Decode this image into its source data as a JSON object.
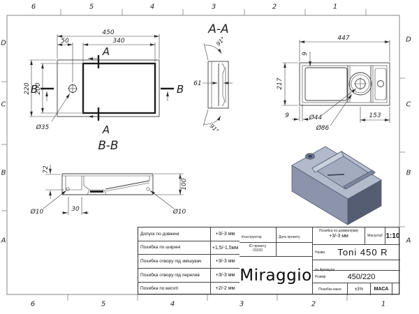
{
  "sheet": {
    "zones_top": [
      "6",
      "5",
      "4",
      "3",
      "2",
      "1"
    ],
    "zones_bottom": [
      "6",
      "5",
      "4",
      "3",
      "2",
      "1"
    ],
    "zones_left": [
      "D",
      "C",
      "B",
      "A"
    ],
    "zones_right": [
      "D",
      "C",
      "B",
      "A"
    ]
  },
  "top_view": {
    "dim_width": "450",
    "dim_basin_width": "340",
    "dim_left_offset": "50",
    "dim_depth": "220",
    "dim_basin_depth": "200",
    "faucet_hole_dia": "Ø35",
    "cut_a": "A",
    "cut_b": "B"
  },
  "section_aa": {
    "title": "A-A",
    "dim_wall": "61",
    "angle_top": "91°",
    "angle_bottom": "91°"
  },
  "bottom_view": {
    "dim_length": "447",
    "dim_depth": "217",
    "dim_wall_top": "9",
    "dim_wall_left": "9",
    "dim_drain_offset": "153",
    "drain_hole_dia": "Ø44",
    "drain_recess_dia": "Ø86"
  },
  "section_bb": {
    "title": "B-B",
    "dim_left_height": "72",
    "dim_height": "100",
    "dim_offset": "30",
    "hole_left_dia": "Ø10",
    "hole_right_dia": "Ø10"
  },
  "title_block": {
    "tolerances": [
      {
        "label": "Допуск по довжині",
        "value": "+3/-3 мм"
      },
      {
        "label": "Похибка по ширині",
        "value": "+1,5/-1,5мм"
      },
      {
        "label": "Похибка отвору під змішувач",
        "value": "+3/-3 мм"
      },
      {
        "label": "Похибка отвору під перелив",
        "value": "+3/-3 мм"
      },
      {
        "label": "Похибка по висоті",
        "value": "+2/-2 мм"
      }
    ],
    "constructor_label": "Конструктор",
    "project_date_label": "Дата проекту",
    "project_id_label": "ID проекту",
    "project_id": "01150",
    "logo": "Miraggio",
    "length_tolerance_label": "Похибка по довжині(мм)",
    "length_tolerance_value": "+3/-3 мм",
    "scale_label": "Масштаб",
    "scale_value": "1:10",
    "name_label": "Назва",
    "name_value": "Toni 450 R",
    "article_label": "№ Артикула",
    "size_label": "Розмір",
    "size_value": "450/220",
    "mass_tolerance_label": "Похибка маси",
    "mass_tolerance_value": "±3%",
    "mass_label": "МАСА"
  },
  "colors": {
    "line": "#3a3a3a",
    "frame": "#9a9a9a",
    "sink_top": "#b2bacc",
    "sink_front": "#8b94ab",
    "sink_side": "#555d72",
    "sink_basin": "#a3acbf"
  }
}
